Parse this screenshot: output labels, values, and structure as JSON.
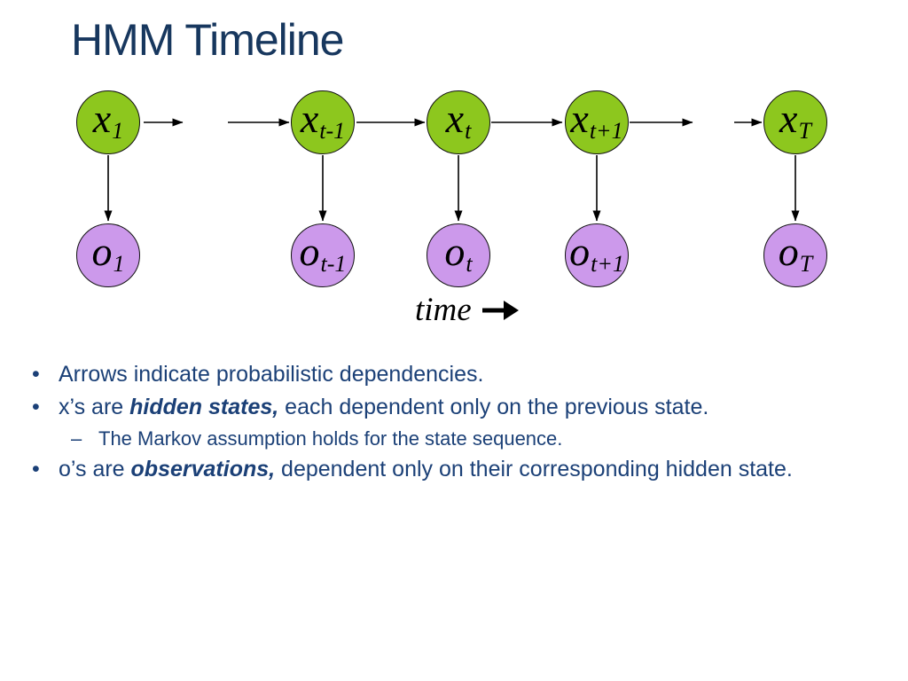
{
  "title": "HMM Timeline",
  "diagram": {
    "state_nodes": [
      {
        "main": "x",
        "sub": "1"
      },
      {
        "main": "x",
        "sub": "t-1"
      },
      {
        "main": "x",
        "sub": "t"
      },
      {
        "main": "x",
        "sub": "t+1"
      },
      {
        "main": "x",
        "sub": "T"
      }
    ],
    "observation_nodes": [
      {
        "main": "o",
        "sub": "1"
      },
      {
        "main": "o",
        "sub": "t-1"
      },
      {
        "main": "o",
        "sub": "t"
      },
      {
        "main": "o",
        "sub": "t+1"
      },
      {
        "main": "o",
        "sub": "T"
      }
    ],
    "time_label": "time",
    "colors": {
      "state_fill": "#8DC71E",
      "observation_fill": "#CC99EB",
      "node_border": "#111111",
      "arrow": "#000000"
    }
  },
  "icons": {
    "time_arrow": "right-arrow"
  },
  "bullets": {
    "bullet_char": "•",
    "dash_char": "–",
    "items": [
      {
        "text": "Arrows indicate probabilistic dependencies."
      },
      {
        "pre": "x’s are ",
        "em": "hidden states,",
        "post": " each dependent only on the previous state."
      },
      {
        "sub": "The Markov assumption holds for the state sequence."
      },
      {
        "pre": "o’s are ",
        "em": "observations,",
        "post": " dependent only on their corresponding hidden state."
      }
    ]
  },
  "colors": {
    "title_text": "#17375E",
    "body_text": "#1B4077",
    "background": "#FFFFFF"
  }
}
